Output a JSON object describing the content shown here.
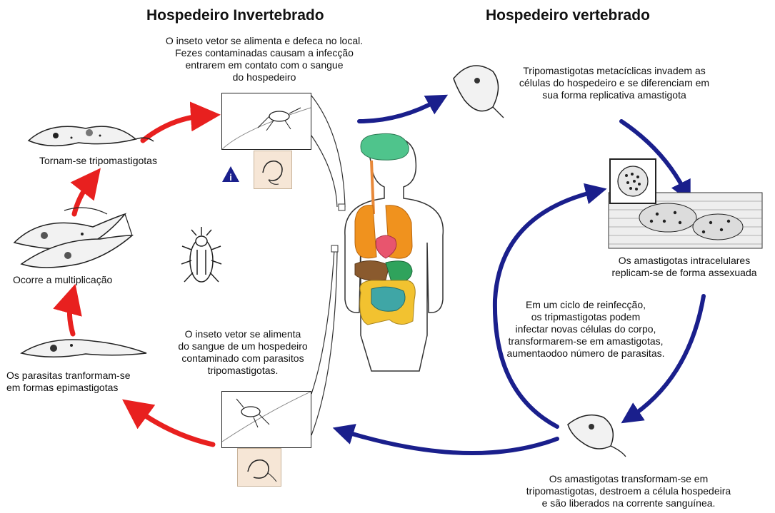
{
  "headings": {
    "invertebrate_host": "Hospedeiro Invertebrado",
    "vertebrate_host": "Hospedeiro vertebrado"
  },
  "captions": {
    "insect_feeds_defecates": [
      "O inseto vetor se alimenta e defeca no local.",
      "Fezes contaminadas causam a infecção",
      "entrarem em contato com o sangue",
      "do hospedeiro"
    ],
    "metacyclic_invade": [
      "Tripomastigotas metacíclicas invadem as",
      "células do hospedeiro e se diferenciam em",
      "sua forma replicativa amastigota"
    ],
    "become_trypomastigotes": [
      "Tornam-se tripomastigotas"
    ],
    "multiplication": [
      "Ocorre a multiplicação"
    ],
    "intracellular_amastigotes": [
      "Os amastigotas intracelulares",
      "replicam-se de forma assexuada"
    ],
    "reinfection_cycle": [
      "Em um ciclo de reinfecção,",
      "os tripmastigotas podem",
      "infectar novas células do corpo,",
      "transformarem-se em amastigotas,",
      "aumentaodoo número de parasitas."
    ],
    "insect_feeds_blood": [
      "O inseto vetor se alimenta",
      "do sangue de um hospedeiro",
      "contaminado com parasitos",
      "tripomastigotas."
    ],
    "epimastigotes": [
      "Os parasitas tranformam-se",
      "em formas epimastigotas"
    ],
    "amastigotes_transform": [
      "Os amastigotas transformam-se em",
      "tripomastigotas, destroem a célula hospedeira",
      "e são liberados na corrente sanguínea."
    ]
  },
  "info_badge": "i",
  "colors": {
    "invertebrate_arrow": "#e8201f",
    "vertebrate_arrow": "#1a1f8c",
    "brain": "#4fc48c",
    "lungs": "#f0921e",
    "heart": "#e8556e",
    "liver": "#8a5a2e",
    "stomach": "#2fa35c",
    "intestine": "#f2c230",
    "small_intestine": "#3fa6a6",
    "inset_bg": "#f6e6d6"
  }
}
